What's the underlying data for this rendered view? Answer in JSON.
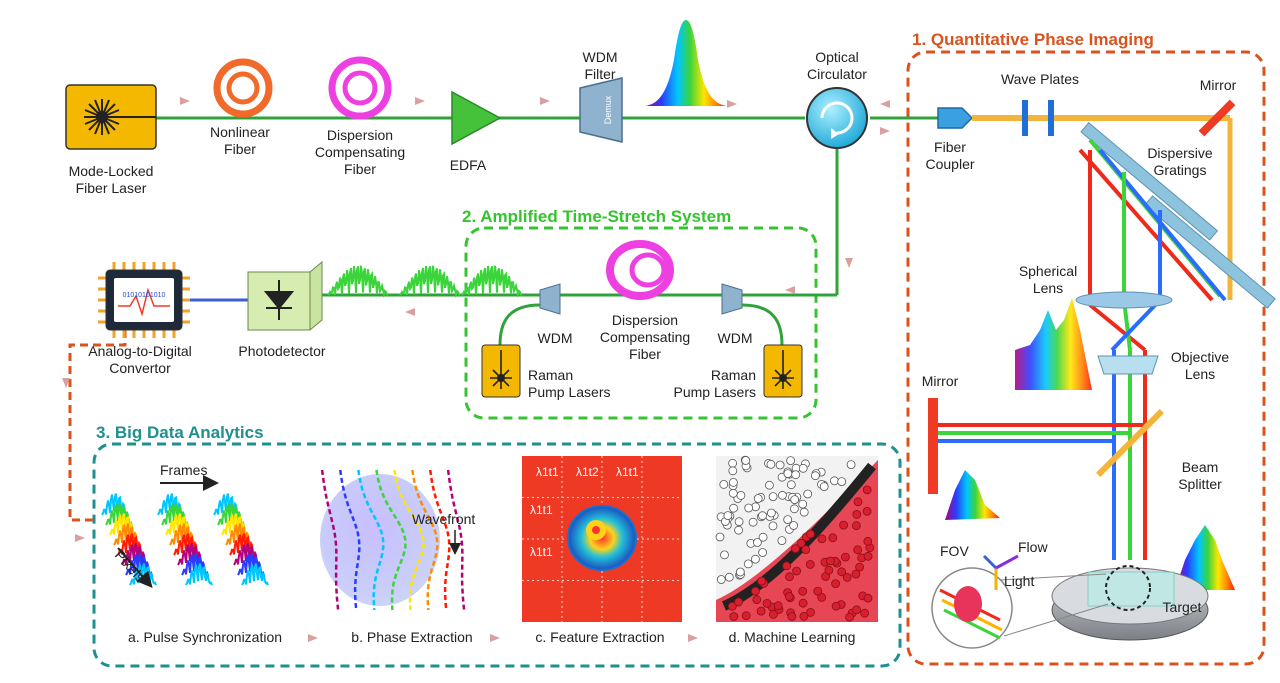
{
  "sections": {
    "qpi": {
      "title": "1. Quantitative Phase Imaging",
      "color": "#d9531e"
    },
    "ats": {
      "title": "2. Amplified Time-Stretch System",
      "color": "#35c42f"
    },
    "bda": {
      "title": "3. Big Data Analytics",
      "color": "#1f8f8f"
    }
  },
  "labels": {
    "laser": [
      "Mode-Locked",
      "Fiber Laser"
    ],
    "nonlinear": [
      "Nonlinear",
      "Fiber"
    ],
    "dcf_top": [
      "Dispersion",
      "Compensating",
      "Fiber"
    ],
    "edfa": "EDFA",
    "wdm_filter": [
      "WDM",
      "Filter"
    ],
    "demux": "Demux",
    "circulator": [
      "Optical",
      "Circulator"
    ],
    "fiber_coupler": [
      "Fiber",
      "Coupler"
    ],
    "wave_plates": "Wave Plates",
    "mirror_top": "Mirror",
    "gratings": [
      "Dispersive",
      "Gratings"
    ],
    "spherical_lens": [
      "Spherical",
      "Lens"
    ],
    "objective_lens": [
      "Objective",
      "Lens"
    ],
    "mirror_left": "Mirror",
    "beam_splitter": [
      "Beam",
      "Splitter"
    ],
    "fov": "FOV",
    "flow": "Flow",
    "light": "Light",
    "target": "Target",
    "adc": [
      "Analog-to-Digital",
      "Convertor"
    ],
    "photodetector": "Photodetector",
    "wdm_left": "WDM",
    "wdm_right": "WDM",
    "dcf_mid": [
      "Dispersion",
      "Compensating",
      "Fiber"
    ],
    "raman_left": [
      "Raman",
      "Pump Lasers"
    ],
    "raman_right": [
      "Raman",
      "Pump Lasers"
    ],
    "adc_chip_text": "01010101010",
    "frames": "Frames",
    "pixels": "Pixels",
    "wavefront": "Wavefront",
    "lambda_cells": [
      "λ1t1",
      "λ1t2",
      "λ1t1",
      "λ1t1",
      "λ1t1"
    ]
  },
  "steps": [
    "a. Pulse Synchronization",
    "b. Phase Extraction",
    "c. Feature Extraction",
    "d. Machine Learning"
  ],
  "colors": {
    "fiber": "#2fa33a",
    "beam_orange": "#f2b43a",
    "laser_box": "#f5b800",
    "pd_box": "#d6ecb0",
    "circulator": "#35c3e8",
    "arrow": "#d9a0a0",
    "feature_bg": "#ee3a24"
  }
}
